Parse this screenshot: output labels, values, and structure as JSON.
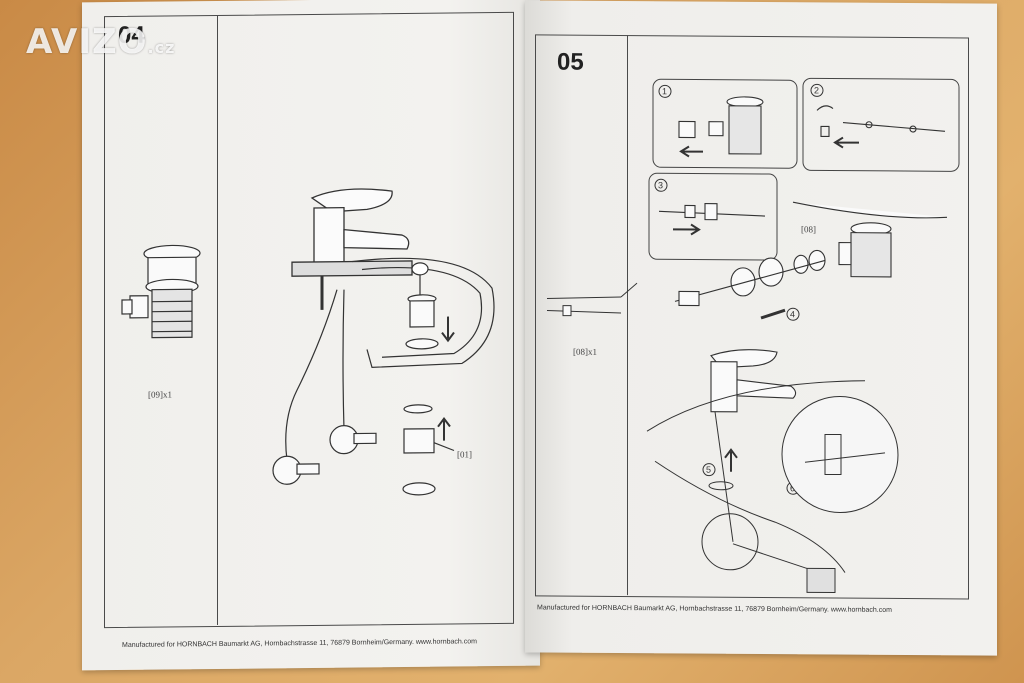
{
  "watermark": {
    "brand": "AVIZO",
    "tld": ".cz"
  },
  "left_page": {
    "step_number": "04",
    "part_label": "[09]x1",
    "callout_label": "[01]",
    "footer": "Manufactured for HORNBACH Baumarkt AG, Hornbachstrasse 11, 76879 Bornheim/Germany. www.hornbach.com"
  },
  "right_page": {
    "step_number": "05",
    "part_label": "[08]x1",
    "callout_label": "[08]",
    "sub_steps": [
      "1",
      "2",
      "3",
      "4",
      "5",
      "6"
    ],
    "footer": "Manufactured for HORNBACH Baumarkt AG, Hornbachstrasse 11, 76879 Bornheim/Germany. www.hornbach.com"
  }
}
